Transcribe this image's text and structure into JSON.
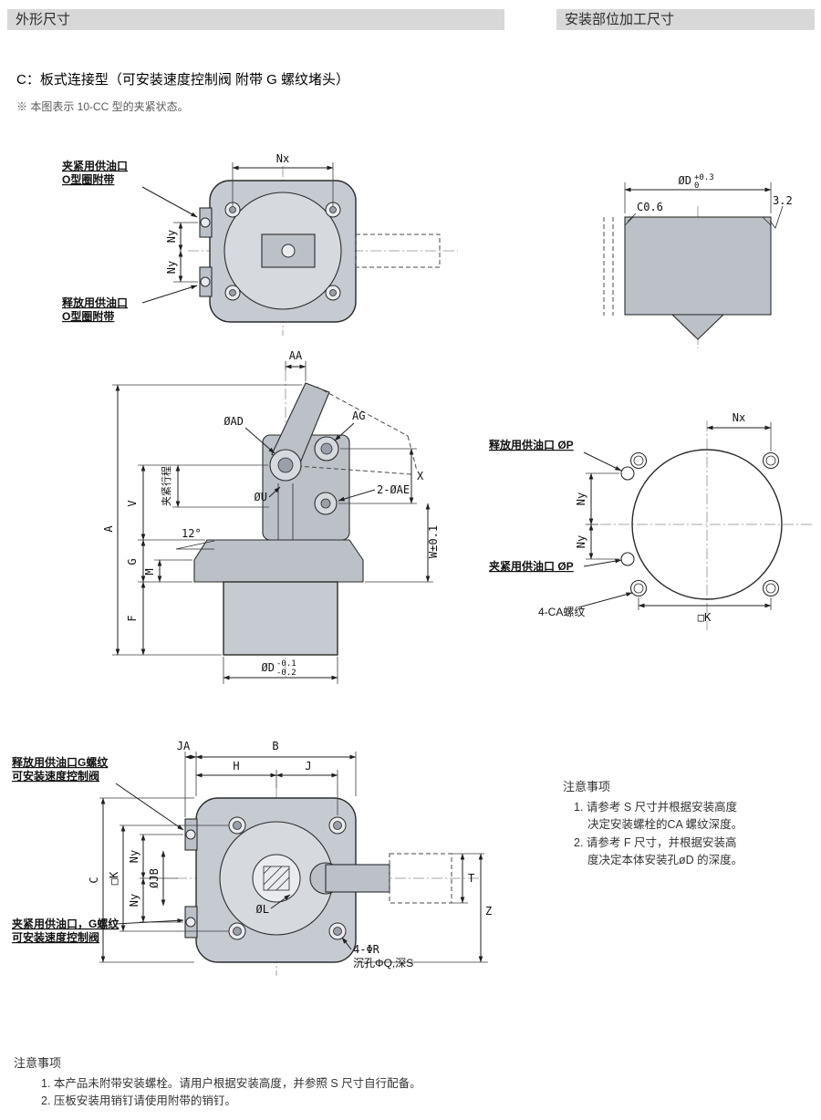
{
  "page": {
    "header_left": "外形尺寸",
    "header_right": "安装部位加工尺寸",
    "title": "C：板式连接型（可安装速度控制阀  附带 G 螺纹堵头）",
    "subnote": "※ 本图表示 10-CC 型的夹紧状态。"
  },
  "colors": {
    "header_bar_bg": "#d8d8d8",
    "drawing_fill": "#c6cad1"
  },
  "top_view": {
    "clamp_port_line1": "夹紧用供油口",
    "clamp_port_line2": "O型圈附带",
    "release_port_line1": "释放用供油口",
    "release_port_line2": "O型圈附带",
    "dim_nx": "Nx",
    "dim_ny_upper": "Ny",
    "dim_ny_lower": "Ny"
  },
  "machining_view": {
    "dim_d": "ØD",
    "tol_upper": "+0.3",
    "tol_lower": "0",
    "chamfer": "C0.6",
    "roughness": "3.2"
  },
  "front_view": {
    "dim_aa": "AA",
    "dim_ad": "ØAD",
    "dim_ag": "AG",
    "dim_v": "V",
    "clamp_stroke": "夹紧行程",
    "dim_u": "ØU",
    "dim_ae": "2-ØAE",
    "dim_x": "X",
    "dim_a": "A",
    "angle": "12°",
    "dim_g": "G",
    "dim_m": "M",
    "dim_w": "W±0.1",
    "dim_f": "F",
    "dim_d": "ØD",
    "tol_upper": "-0.1",
    "tol_lower": "-0.2"
  },
  "hole_pattern_view": {
    "dim_nx": "Nx",
    "release_port": "释放用供油口 ØP",
    "dim_ny_upper": "Ny",
    "dim_ny_lower": "Ny",
    "clamp_port": "夹紧用供油口 ØP",
    "thread_note": "4-CA螺纹",
    "dim_k": "□K"
  },
  "bottom_view": {
    "dim_ja": "JA",
    "dim_b": "B",
    "dim_h": "H",
    "dim_j": "J",
    "release_port_line1": "释放用供油口G螺纹",
    "release_port_line2": "可安装速度控制阀",
    "dim_c": "C",
    "dim_k": "□K",
    "dim_ny_upper": "Ny",
    "dim_ny_lower": "Ny",
    "dim_jb": "ØJB",
    "dim_l": "ØL",
    "dim_t": "T",
    "dim_z": "Z",
    "clamp_port_line1": "夹紧用供油口，G螺纹",
    "clamp_port_line2": "可安装速度控制阀",
    "holes_line1": "4-ΦR",
    "holes_line2": "沉孔ΦQ,深S"
  },
  "notes_right": {
    "title": "注意事项",
    "item1_line1": "1. 请参考 S 尺寸并根据安装高度",
    "item1_line2": "决定安装螺栓的CA 螺纹深度。",
    "item2_line1": "2. 请参考 F 尺寸，并根据安装高",
    "item2_line2": "度决定本体安装孔øD 的深度。"
  },
  "notes_bottom": {
    "title": "注意事项",
    "item1": "1. 本产品未附带安装螺栓。请用户根据安装高度，并参照 S 尺寸自行配备。",
    "item2": "2. 压板安装用销钉请使用附带的销钉。"
  }
}
